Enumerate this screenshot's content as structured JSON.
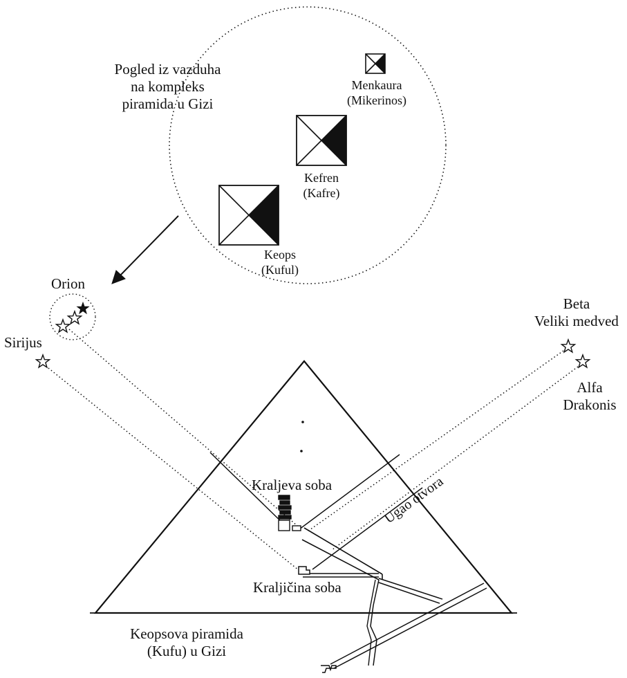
{
  "aerial": {
    "caption_line1": "Pogled iz vazduha",
    "caption_line2": "na kompleks",
    "caption_line3": "piramida u Gizi"
  },
  "pyramids": {
    "menkaura_name": "Menkaura",
    "menkaura_alt": "(Mikerinos)",
    "kefren_name": "Kefren",
    "kefren_alt": "(Kafre)",
    "keops_name": "Keops",
    "keops_alt": "(Kuful)"
  },
  "stars": {
    "orion": "Orion",
    "sirius": "Sirijus",
    "beta_line1": "Beta",
    "beta_line2": "Veliki medved",
    "alfa_line1": "Alfa",
    "alfa_line2": "Drakonis"
  },
  "chambers": {
    "kings": "Kraljeva soba",
    "queens": "Kraljičina soba",
    "angle": "Ugao otvora"
  },
  "title": {
    "line1": "Keopsova piramida",
    "line2": "(Kufu) u Gizi"
  },
  "colors": {
    "ink": "#111111",
    "paper": "#ffffff"
  }
}
